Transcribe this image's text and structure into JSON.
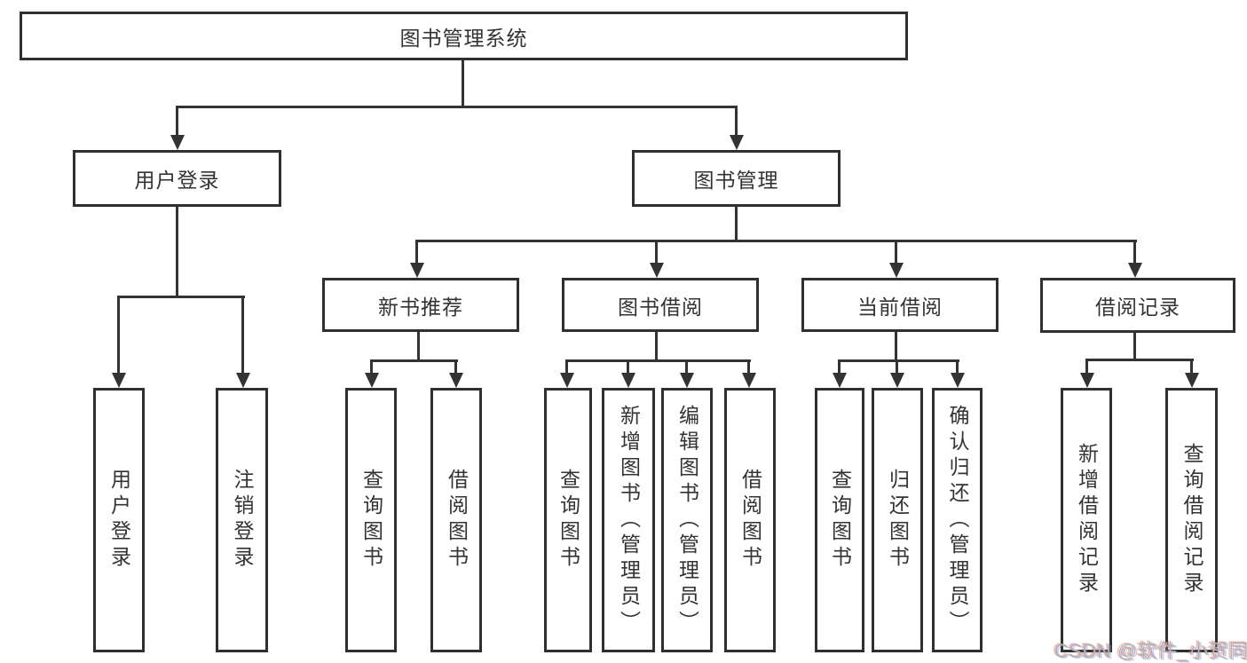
{
  "nodes": {
    "root": "图书管理系统",
    "level2": [
      "用户登录",
      "图书管理"
    ],
    "level3": [
      "新书推荐",
      "图书借阅",
      "当前借阅",
      "借阅记录"
    ],
    "leaves": [
      "用户登录",
      "注销登录",
      "查询图书",
      "借阅图书",
      "查询图书",
      "新增图书（管理员）",
      "编辑图书（管理员）",
      "借阅图书",
      "查询图书",
      "归还图书",
      "确认归还（管理员）",
      "新增借阅记录",
      "查询借阅记录"
    ]
  },
  "watermark": {
    "text": "CSDN @软件_小贺同学"
  },
  "colors": {
    "line": "#333333",
    "box_border": "#303030",
    "text": "#333333",
    "background": "#ffffff",
    "watermark": "#b3b3b3"
  }
}
